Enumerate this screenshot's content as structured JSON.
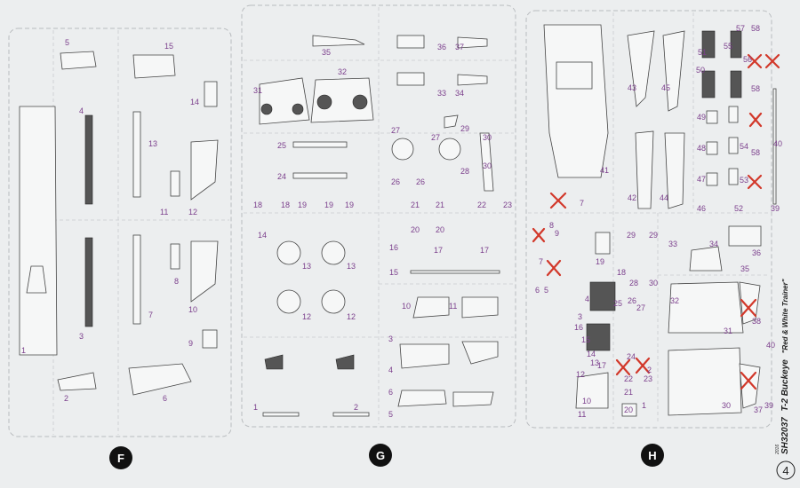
{
  "sprues": [
    {
      "id": "F",
      "label": "F"
    },
    {
      "id": "G",
      "label": "G"
    },
    {
      "id": "H",
      "label": "H"
    }
  ],
  "caption": {
    "page_number": "4",
    "code": "SH32037",
    "model": "T-2 Buckeye",
    "subtitle": "\"Red & White Trainer\"",
    "small_note": "2016"
  },
  "labels": {
    "F": [
      "5",
      "15",
      "4",
      "14",
      "13",
      "11",
      "12",
      "3",
      "8",
      "7",
      "10",
      "9",
      "1",
      "2",
      "6"
    ],
    "G": [
      "35",
      "36",
      "37",
      "32",
      "31",
      "33",
      "34",
      "25",
      "24",
      "27",
      "27",
      "29",
      "30",
      "26",
      "26",
      "28",
      "30",
      "18",
      "18",
      "19",
      "19",
      "19",
      "14",
      "13",
      "13",
      "21",
      "21",
      "22",
      "20",
      "20",
      "23",
      "16",
      "17",
      "17",
      "15",
      "12",
      "12",
      "10",
      "11",
      "3",
      "4",
      "1",
      "2",
      "6",
      "5"
    ],
    "H": [
      "7",
      "41",
      "43",
      "45",
      "51",
      "50",
      "55",
      "56",
      "57",
      "58",
      "58",
      "58",
      "49",
      "48",
      "40",
      "47",
      "46",
      "53",
      "54",
      "42",
      "44",
      "52",
      "39",
      "9",
      "8",
      "7",
      "6",
      "5",
      "19",
      "29",
      "29",
      "33",
      "34",
      "36",
      "35",
      "18",
      "28",
      "30",
      "25",
      "27",
      "26",
      "32",
      "31",
      "38",
      "37",
      "40",
      "24",
      "22",
      "23",
      "3",
      "16",
      "15",
      "14",
      "12",
      "21",
      "20",
      "10",
      "11",
      "39",
      "30",
      "13",
      "1",
      "2",
      "4",
      "17"
    ]
  }
}
